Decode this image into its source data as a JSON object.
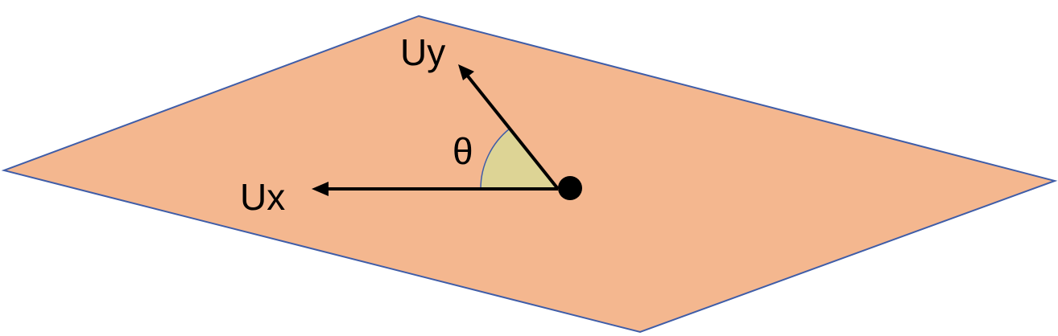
{
  "labels": {
    "uy": "Uy",
    "ux": "Ux",
    "theta": "θ"
  },
  "colors": {
    "plane_fill": "#F4B78F",
    "plane_stroke": "#3F5DA8",
    "angle_fill": "#DDD495",
    "arrow": "#000000"
  }
}
